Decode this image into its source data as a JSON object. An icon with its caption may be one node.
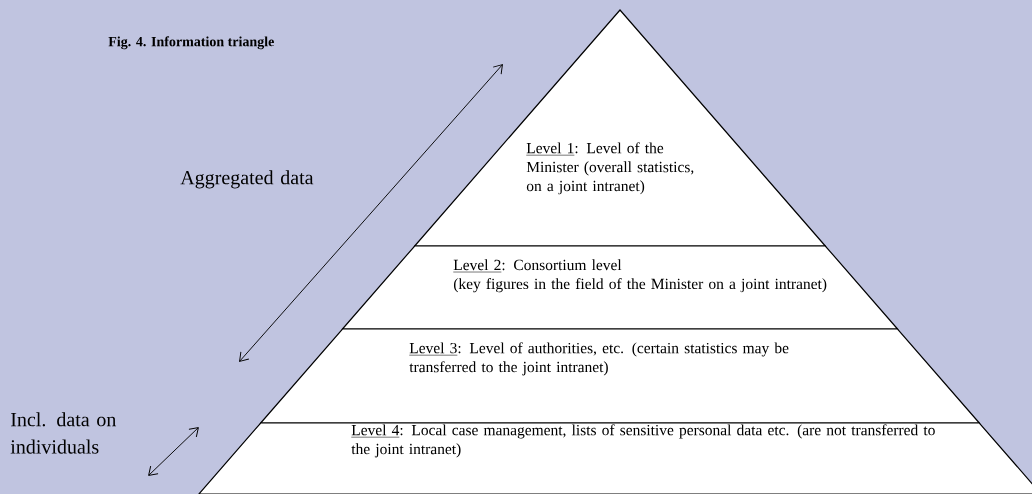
{
  "diagram": {
    "title": "Fig. 4. Information triangle",
    "nodes": [
      {
        "text": [
          "Level 1",
          ": Level of the Minister (overall statistics, on a joint intranet)"
        ]
      },
      {
        "text": [
          "Level 2",
          ": Consortium level",
          "(key figures in the field of the Minister on a joint intranet)"
        ]
      },
      {
        "text": [
          "Level 3",
          ": Level of authorities, etc. (certain statistics may be transferred to the joint intranet)"
        ]
      },
      {
        "text": [
          "Level 4",
          ": Local case management, lists of sensitive personal data etc. (are not transferred to the joint intranet)"
        ]
      }
    ],
    "labels": [
      "Aggregated data",
      "Incl. data on individuals"
    ]
  }
}
